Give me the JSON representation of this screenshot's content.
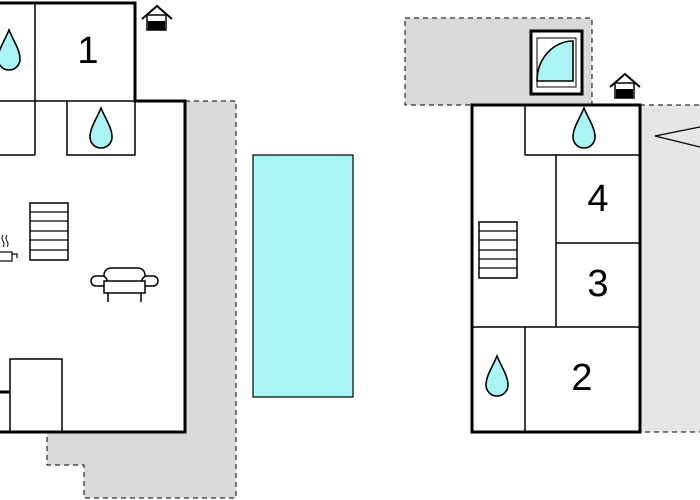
{
  "floor_plan": {
    "room_labels": {
      "room_1": "1",
      "room_2": "2",
      "room_3": "3",
      "room_4": "4"
    },
    "icons": [
      "bathroom-drop-icon",
      "house-entrance-icon",
      "staircase-icon",
      "kettle-icon",
      "sofa-icon",
      "window-icon",
      "view-direction-icon"
    ],
    "colors": {
      "water": "#aaf4f4",
      "terrace": "#d9d9d9",
      "terrace_light": "#e6e6e6",
      "wall": "#000000"
    }
  }
}
